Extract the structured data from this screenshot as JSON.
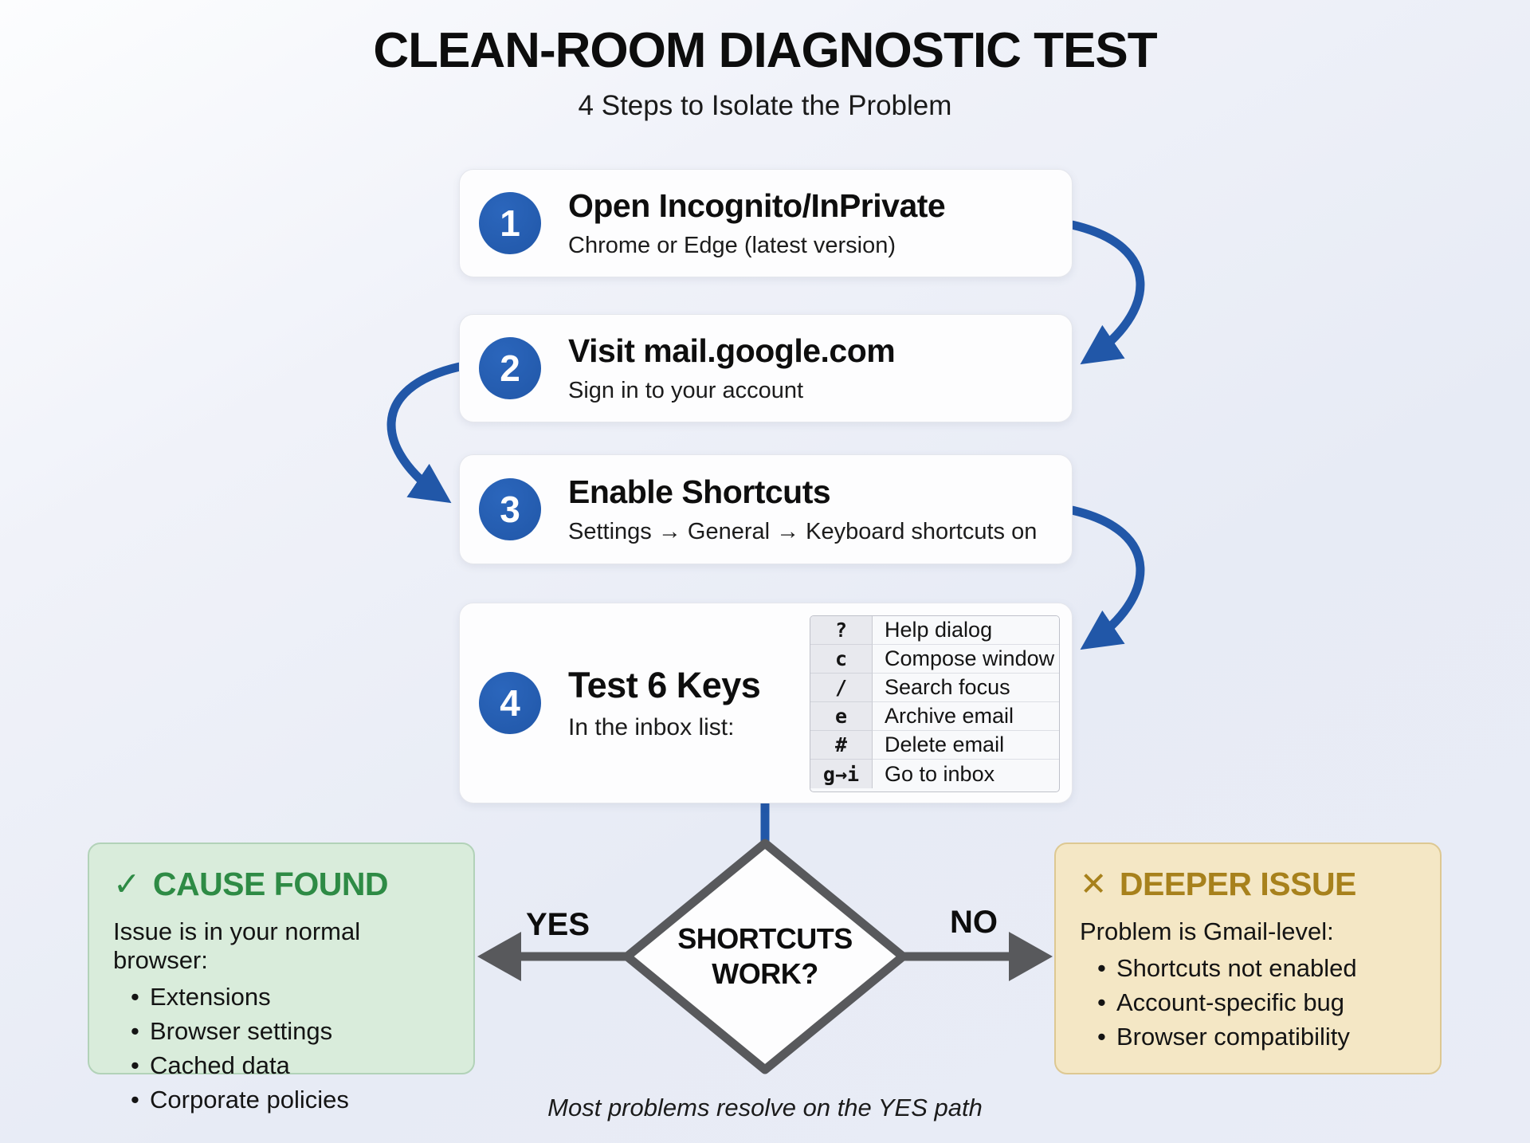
{
  "title": "CLEAN-ROOM DIAGNOSTIC TEST",
  "subtitle": "4 Steps to Isolate the Problem",
  "steps": [
    {
      "number": "1",
      "title": "Open Incognito/InPrivate",
      "subtitle": "Chrome or Edge (latest version)"
    },
    {
      "number": "2",
      "title": "Visit mail.google.com",
      "subtitle": "Sign in to your account"
    },
    {
      "number": "3",
      "title": "Enable Shortcuts",
      "subtitle": "Settings → General → Keyboard shortcuts on"
    },
    {
      "number": "4",
      "title": "Test 6 Keys",
      "subtitle": "In the inbox list:"
    }
  ],
  "shortcut_table": {
    "rows": [
      {
        "key": "?",
        "action": "Help dialog"
      },
      {
        "key": "c",
        "action": "Compose window"
      },
      {
        "key": "/",
        "action": "Search focus"
      },
      {
        "key": "e",
        "action": "Archive email"
      },
      {
        "key": "#",
        "action": "Delete email"
      },
      {
        "key": "g→i",
        "action": "Go to inbox"
      }
    ]
  },
  "decision": {
    "label_line1": "SHORTCUTS",
    "label_line2": "WORK?",
    "yes_label": "YES",
    "no_label": "NO"
  },
  "yes_box": {
    "icon": "✓",
    "heading": "CAUSE FOUND",
    "intro": "Issue is in your normal browser:",
    "bullets": [
      "Extensions",
      "Browser settings",
      "Cached data",
      "Corporate policies"
    ]
  },
  "no_box": {
    "icon": "✕",
    "heading": "DEEPER ISSUE",
    "intro": "Problem is Gmail-level:",
    "bullets": [
      "Shortcuts not enabled",
      "Account-specific bug",
      "Browser compatibility"
    ]
  },
  "footer_note": "Most problems resolve on the YES path",
  "colors": {
    "accent_blue": "#2157a8",
    "accent_blue_light": "#2b66bc",
    "arrow_gray": "#58595c",
    "green_bg": "#d9ecdb",
    "green_heading": "#2e8b45",
    "tan_bg": "#f4e7c5",
    "gold_heading": "#a7811c",
    "diamond_fill": "#fdfdfe"
  }
}
